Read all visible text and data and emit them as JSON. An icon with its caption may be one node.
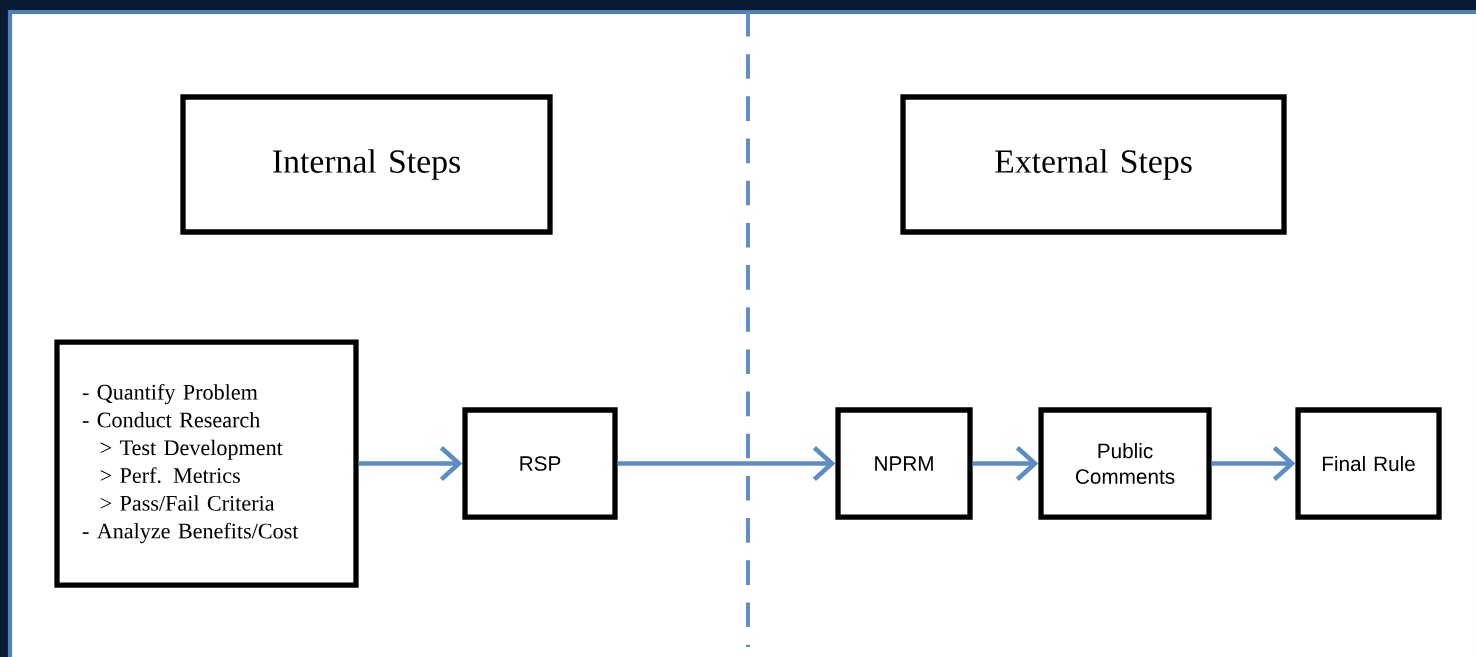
{
  "diagram": {
    "nodes": [
      {
        "text": [
          "Internal Steps"
        ]
      },
      {
        "text": [
          "External Steps"
        ]
      },
      {
        "text": [
          "- Quantify Problem",
          "- Conduct Research",
          "> Test Development",
          "> Perf. Metrics",
          "> Pass/Fail Criteria",
          "- Analyze Benefits/Cost"
        ]
      },
      {
        "text": [
          "RSP"
        ]
      },
      {
        "text": [
          "NPRM"
        ]
      },
      {
        "text": [
          "Public Comments"
        ]
      },
      {
        "text": [
          "Final Rule"
        ]
      }
    ],
    "edges": [
      {
        "from": 2,
        "to": 3,
        "arrow": "to"
      },
      {
        "from": 3,
        "to": 4,
        "arrow": "to"
      },
      {
        "from": 4,
        "to": 5,
        "arrow": "to"
      },
      {
        "from": 5,
        "to": 6,
        "arrow": "to"
      }
    ]
  }
}
